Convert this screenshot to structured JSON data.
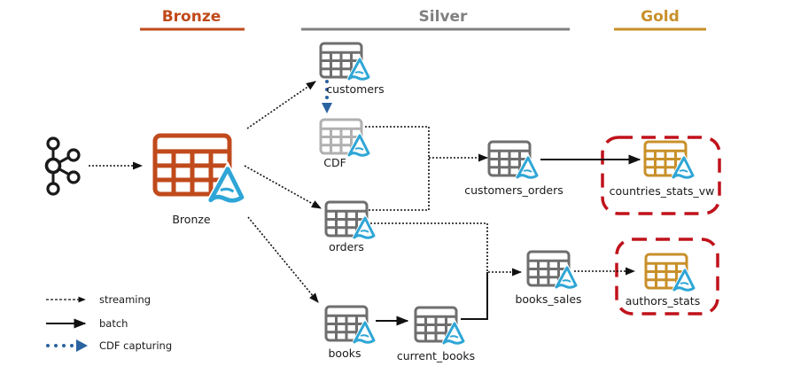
{
  "colors": {
    "bronze": "#C04A1B",
    "silver": "#808080",
    "gold": "#C8902A",
    "silver_table": "#6E6E6E",
    "cdf_table": "#B0B0B0",
    "delta": "#2EA6D6",
    "highlight_box": "#C0121B",
    "cdf_arrow": "#2A63A0",
    "line": "#111111"
  },
  "layers": [
    {
      "id": "bronze",
      "label": "Bronze"
    },
    {
      "id": "silver",
      "label": "Silver"
    },
    {
      "id": "gold",
      "label": "Gold"
    }
  ],
  "source": {
    "name": "kafka-source",
    "icon": "kafka-icon"
  },
  "nodes": [
    {
      "id": "bronze",
      "label": "Bronze",
      "layer": "bronze"
    },
    {
      "id": "customers",
      "label": "customers",
      "layer": "silver"
    },
    {
      "id": "cdf",
      "label": "CDF",
      "layer": "silver"
    },
    {
      "id": "orders",
      "label": "orders",
      "layer": "silver"
    },
    {
      "id": "books",
      "label": "books",
      "layer": "silver"
    },
    {
      "id": "current_books",
      "label": "current_books",
      "layer": "silver"
    },
    {
      "id": "customers_orders",
      "label": "customers_orders",
      "layer": "silver"
    },
    {
      "id": "books_sales",
      "label": "books_sales",
      "layer": "silver"
    },
    {
      "id": "countries_stats_vw",
      "label": "countries_stats_vw",
      "layer": "gold",
      "highlighted": true
    },
    {
      "id": "authors_stats",
      "label": "authors_stats",
      "layer": "gold",
      "highlighted": true
    }
  ],
  "edges": [
    {
      "from": "kafka",
      "to": "bronze",
      "type": "streaming"
    },
    {
      "from": "bronze",
      "to": "customers",
      "type": "streaming"
    },
    {
      "from": "bronze",
      "to": "orders",
      "type": "streaming"
    },
    {
      "from": "bronze",
      "to": "books",
      "type": "streaming"
    },
    {
      "from": "customers",
      "to": "cdf",
      "type": "cdf"
    },
    {
      "from": "cdf",
      "to": "customers_orders",
      "type": "streaming"
    },
    {
      "from": "orders",
      "to": "customers_orders",
      "type": "streaming"
    },
    {
      "from": "orders",
      "to": "books_sales",
      "type": "streaming"
    },
    {
      "from": "books",
      "to": "current_books",
      "type": "batch"
    },
    {
      "from": "current_books",
      "to": "books_sales",
      "type": "batch"
    },
    {
      "from": "customers_orders",
      "to": "countries_stats_vw",
      "type": "batch"
    },
    {
      "from": "books_sales",
      "to": "authors_stats",
      "type": "streaming"
    }
  ],
  "legend": [
    {
      "type": "streaming",
      "label": "streaming"
    },
    {
      "type": "batch",
      "label": "batch"
    },
    {
      "type": "cdf",
      "label": "CDF capturing"
    }
  ]
}
